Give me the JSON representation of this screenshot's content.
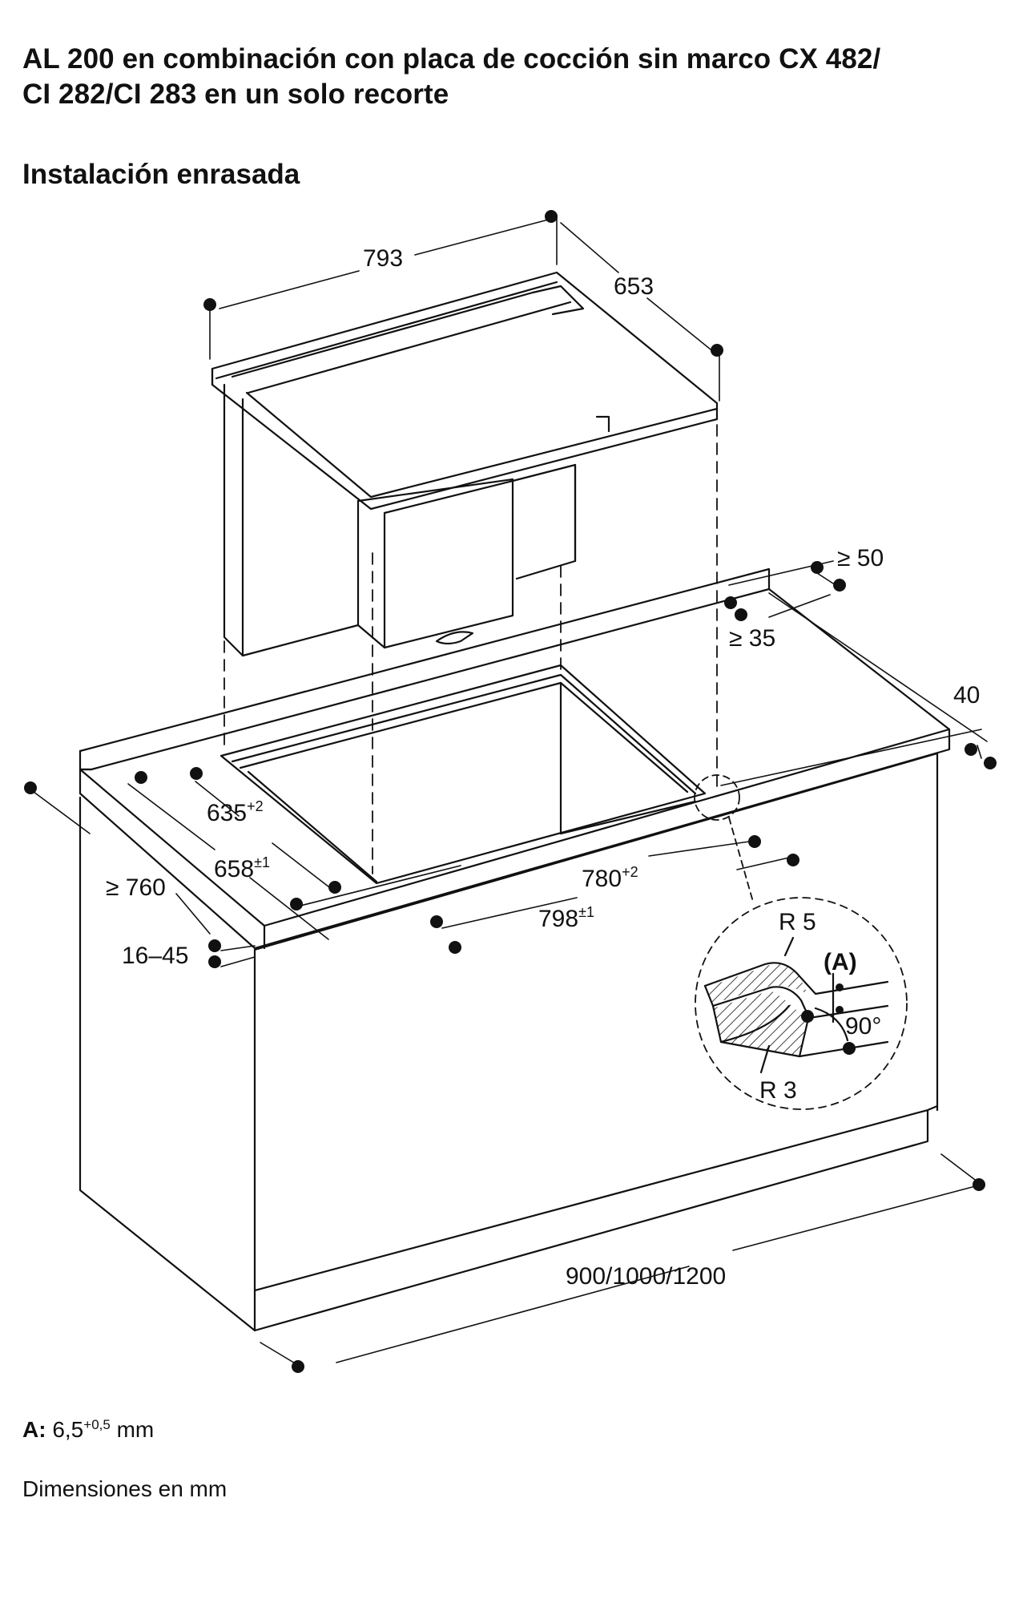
{
  "title": {
    "line1": "AL 200 en combinación con placa de cocción sin marco CX 482/",
    "line2": "CI 282/CI 283 en un solo recorte"
  },
  "subtitle": "Instalación enrasada",
  "dimensions": {
    "d793": "793",
    "d653": "653",
    "ge50": "≥ 50",
    "ge35": "≥ 35",
    "d40": "40",
    "d635": "635",
    "d635_tol": "+2",
    "d658": "658",
    "d658_tol": "±1",
    "ge760": "≥ 760",
    "d16_45": "16–45",
    "d780": "780",
    "d780_tol": "+2",
    "d798": "798",
    "d798_tol": "±1",
    "widths": "900/1000/1200"
  },
  "detail": {
    "r5": "R 5",
    "a": "(A)",
    "angle": "90°",
    "r3": "R 3"
  },
  "footnotes": {
    "a_label": "A:",
    "a_value": "6,5",
    "a_tol": "+0,5",
    "a_unit": "mm",
    "units": "Dimensiones en mm"
  }
}
